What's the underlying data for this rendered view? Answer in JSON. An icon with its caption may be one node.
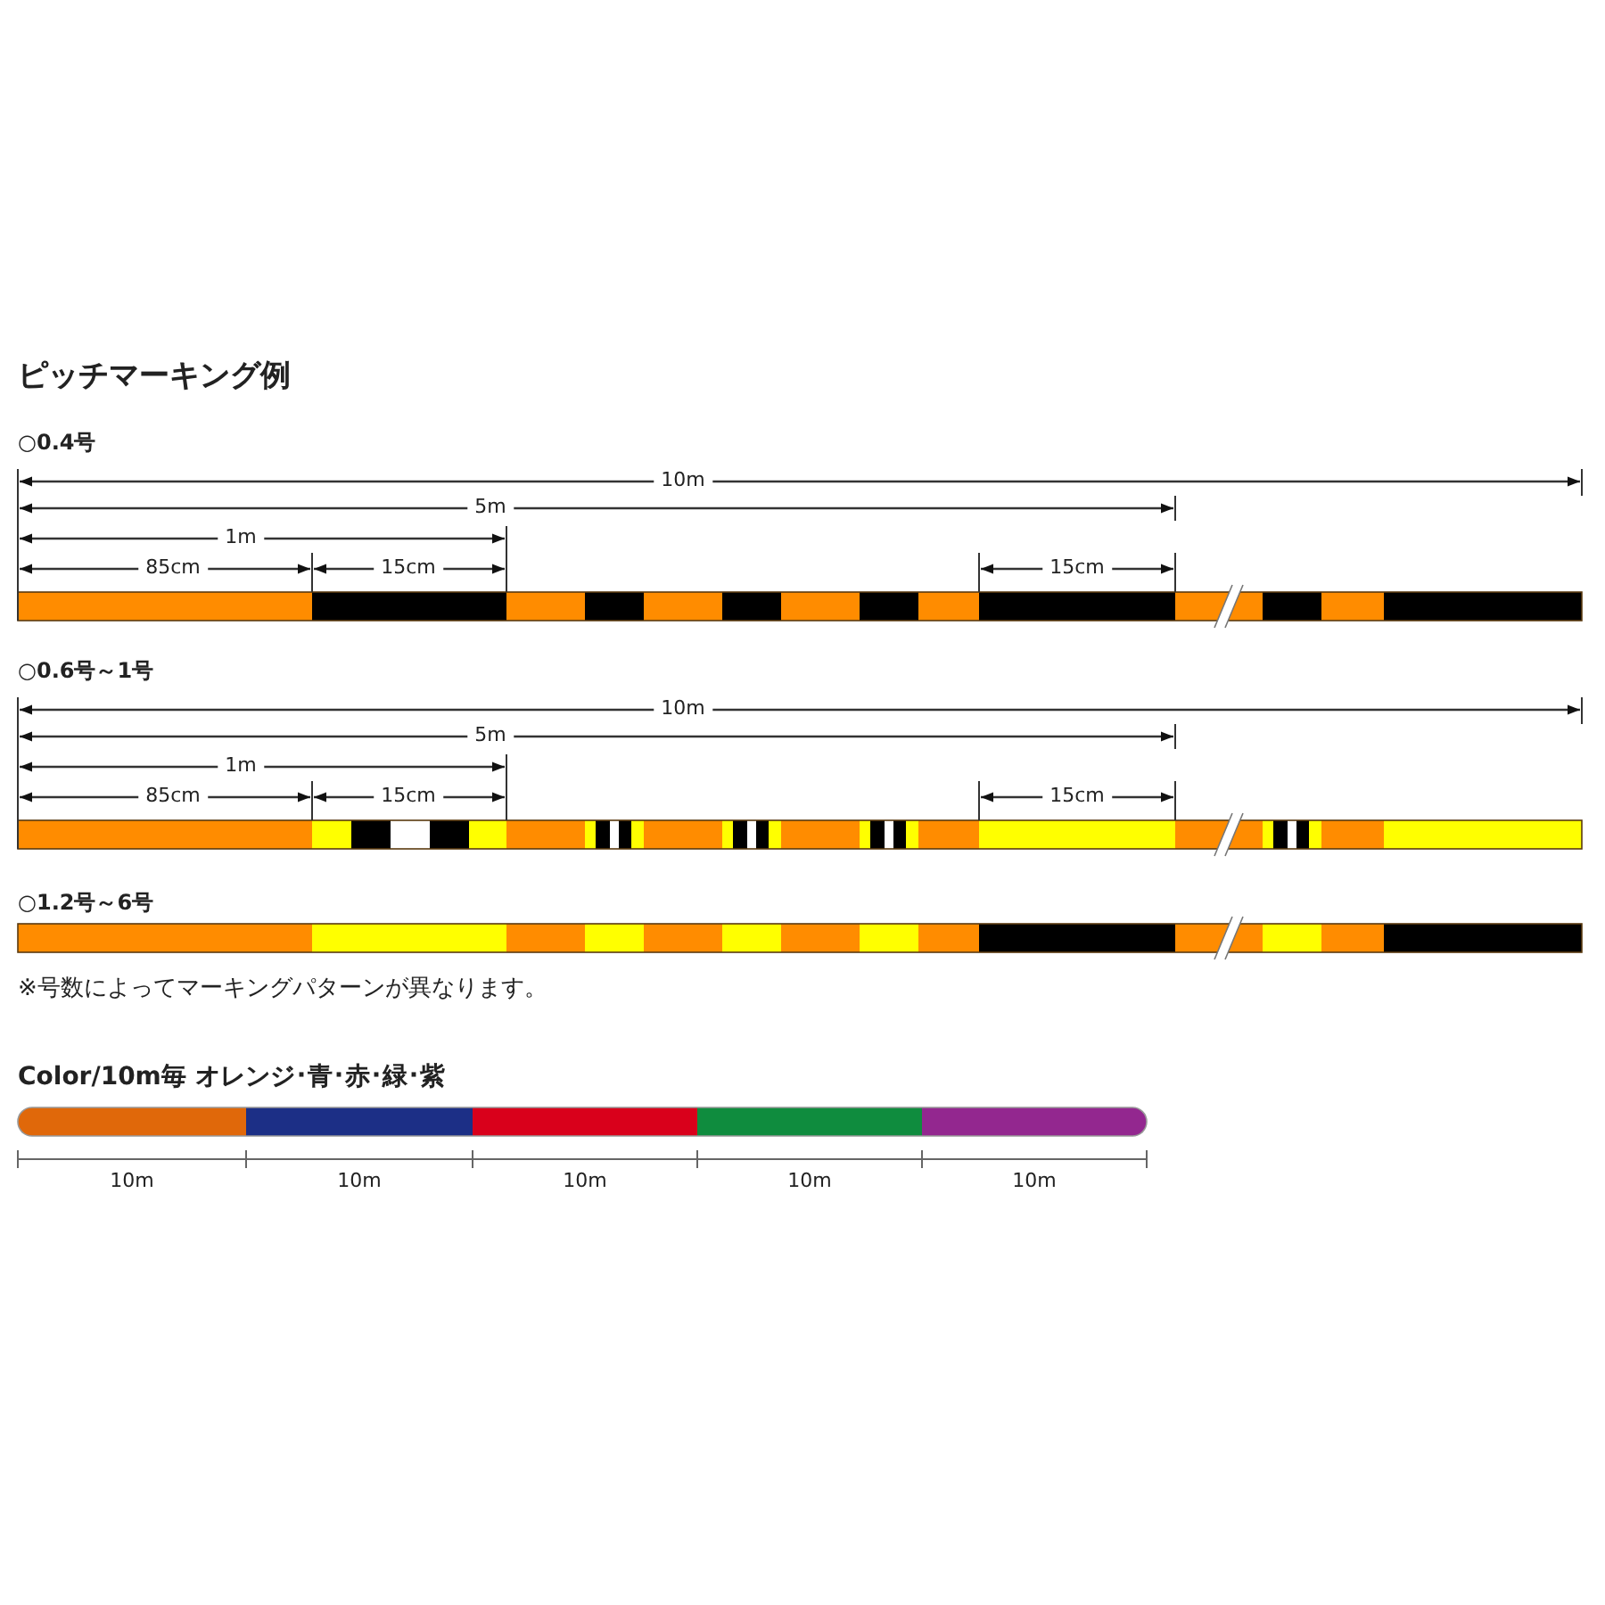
{
  "diagram": {
    "title": "ピッチマーキング例",
    "labels": [
      "○0.4号",
      "10m",
      "5m",
      "1m",
      "85cm",
      "15cm",
      "15cm",
      "○0.6号～1号",
      "10m",
      "5m",
      "1m",
      "85cm",
      "15cm",
      "15cm",
      "○1.2号～6号",
      "※号数によってマーキングパターンが異なります。",
      "Color/10m毎 オレンジ･青･赤･緑･紫",
      "10m",
      "10m",
      "10m",
      "10m",
      "10m"
    ]
  }
}
